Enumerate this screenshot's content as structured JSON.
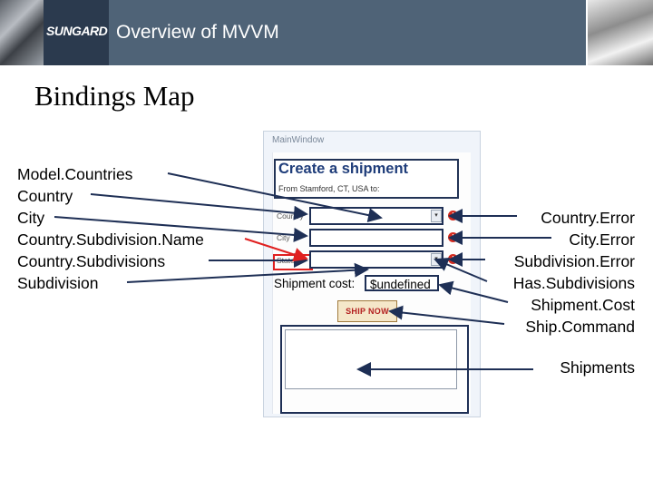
{
  "header": {
    "logo_text": "SUNGARD",
    "slide_title": "Overview of MVVM"
  },
  "page": {
    "title": "Bindings Map"
  },
  "left_bindings": [
    "Model.Countries",
    "Country",
    "City",
    "Country.Subdivision.Name",
    "Country.Subdivisions",
    "Subdivision"
  ],
  "right_bindings": [
    "Country.Error",
    "City.Error",
    "Subdivision.Error",
    "Has.Subdivisions",
    "Shipment.Cost",
    "Ship.Command"
  ],
  "shipments_label": "Shipments",
  "window": {
    "title": "MainWindow",
    "heading": "Create a shipment",
    "subheading": "From Stamford, CT, USA to:",
    "country_label": "Country",
    "city_label": "City",
    "state_label": "State",
    "shipment_cost_label": "Shipment cost:",
    "shipment_cost_value": "$undefined",
    "ship_button": "SHIP NOW"
  },
  "colors": {
    "header_band": "#4f6377",
    "logo_bg": "#2b3a4e",
    "arrow": "#1e2f55",
    "highlight": "#e02020",
    "error_icon": "#d42a1e"
  }
}
